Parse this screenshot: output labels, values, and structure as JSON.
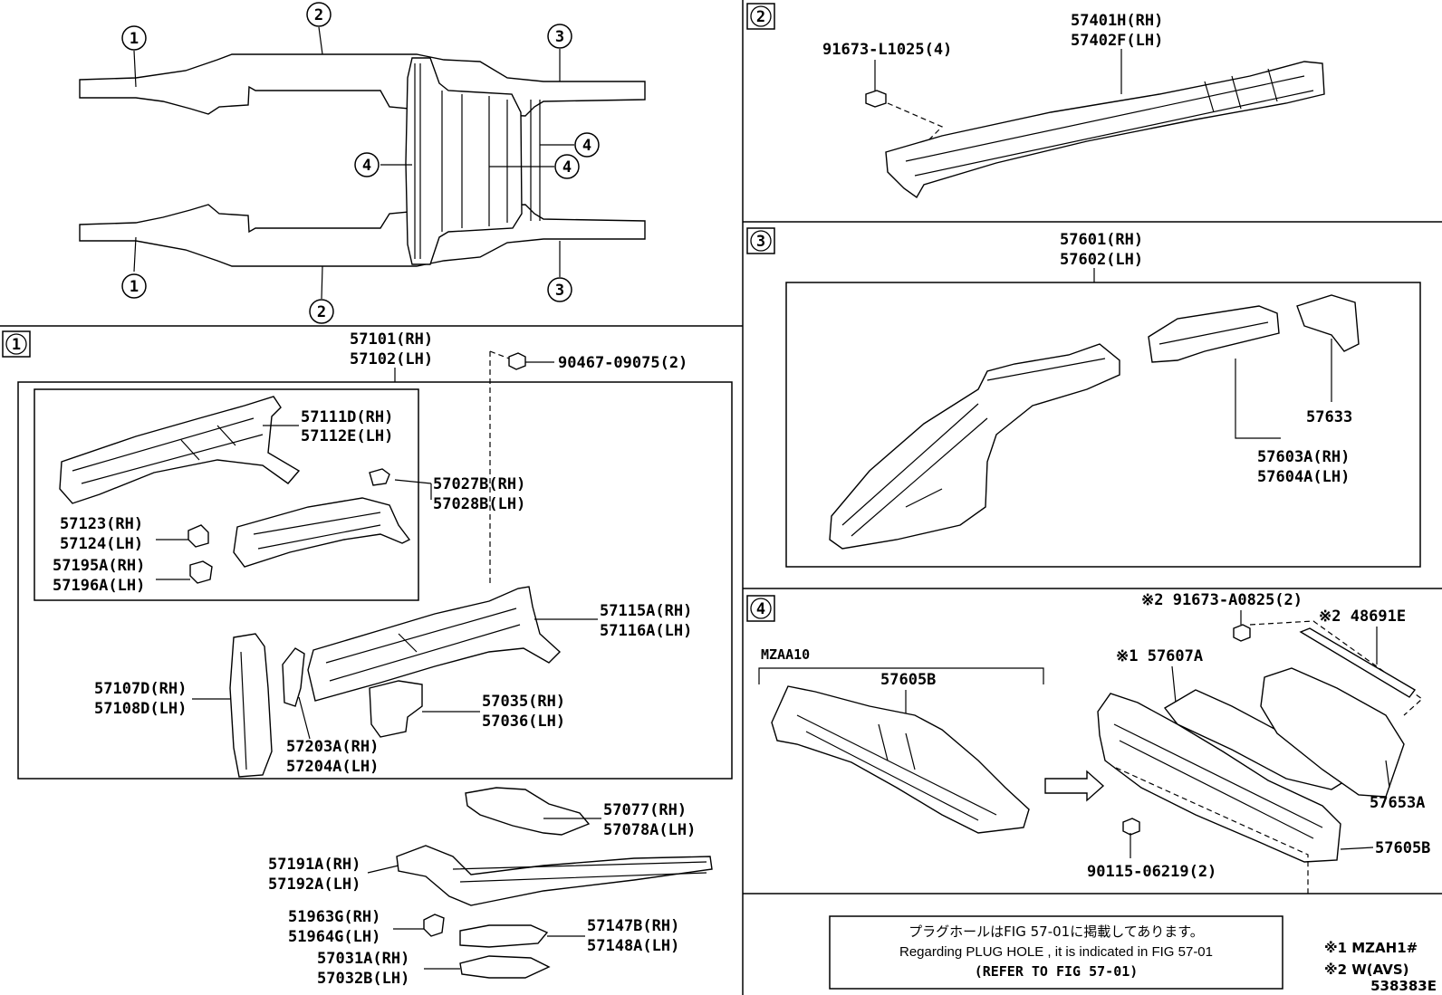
{
  "overview": {
    "callouts": [
      "1",
      "2",
      "3",
      "4"
    ]
  },
  "section1": {
    "badge": "1",
    "labels": {
      "l57101": "57101(RH)",
      "l57102": "57102(LH)",
      "l90467": "90467-09075(2)",
      "l57111": "57111D(RH)",
      "l57112": "57112E(LH)",
      "l57027": "57027B(RH)",
      "l57028": "57028B(LH)",
      "l57123": "57123(RH)",
      "l57124": "57124(LH)",
      "l57195": "57195A(RH)",
      "l57196": "57196A(LH)",
      "l57115": "57115A(RH)",
      "l57116": "57116A(LH)",
      "l57107": "57107D(RH)",
      "l57108": "57108D(LH)",
      "l57035": "57035(RH)",
      "l57036": "57036(LH)",
      "l57203": "57203A(RH)",
      "l57204": "57204A(LH)",
      "l57077": "57077(RH)",
      "l57078": "57078A(LH)",
      "l57191": "57191A(RH)",
      "l57192": "57192A(LH)",
      "l51963": "51963G(RH)",
      "l51964": "51964G(LH)",
      "l57147": "57147B(RH)",
      "l57148": "57148A(LH)",
      "l57031": "57031A(RH)",
      "l57032": "57032B(LH)"
    }
  },
  "section2": {
    "badge": "2",
    "labels": {
      "l91673": "91673-L1025(4)",
      "l57401": "57401H(RH)",
      "l57402": "57402F(LH)"
    }
  },
  "section3": {
    "badge": "3",
    "labels": {
      "l57601": "57601(RH)",
      "l57602": "57602(LH)",
      "l57633": "57633",
      "l57603": "57603A(RH)",
      "l57604": "57604A(LH)"
    }
  },
  "section4": {
    "badge": "4",
    "labels": {
      "mzaa10": "MZAA10",
      "l57605b_left": "57605B",
      "l91673a": "※2 91673-A0825(2)",
      "l48691": "※2 48691E",
      "l57607": "※1 57607A",
      "l57653": "57653A",
      "l57605b_right": "57605B",
      "l90115": "90115-06219(2)"
    }
  },
  "notes": {
    "jp": "プラグホールはFIG 57-01に掲載してあります。",
    "en": "Regarding PLUG HOLE , it is indicated in FIG 57-01",
    "ref": "(REFER TO FIG 57-01)",
    "footnote1": "※1 MZAH1#",
    "footnote2": "※2 W(AVS)",
    "figure_id": "538383E"
  }
}
